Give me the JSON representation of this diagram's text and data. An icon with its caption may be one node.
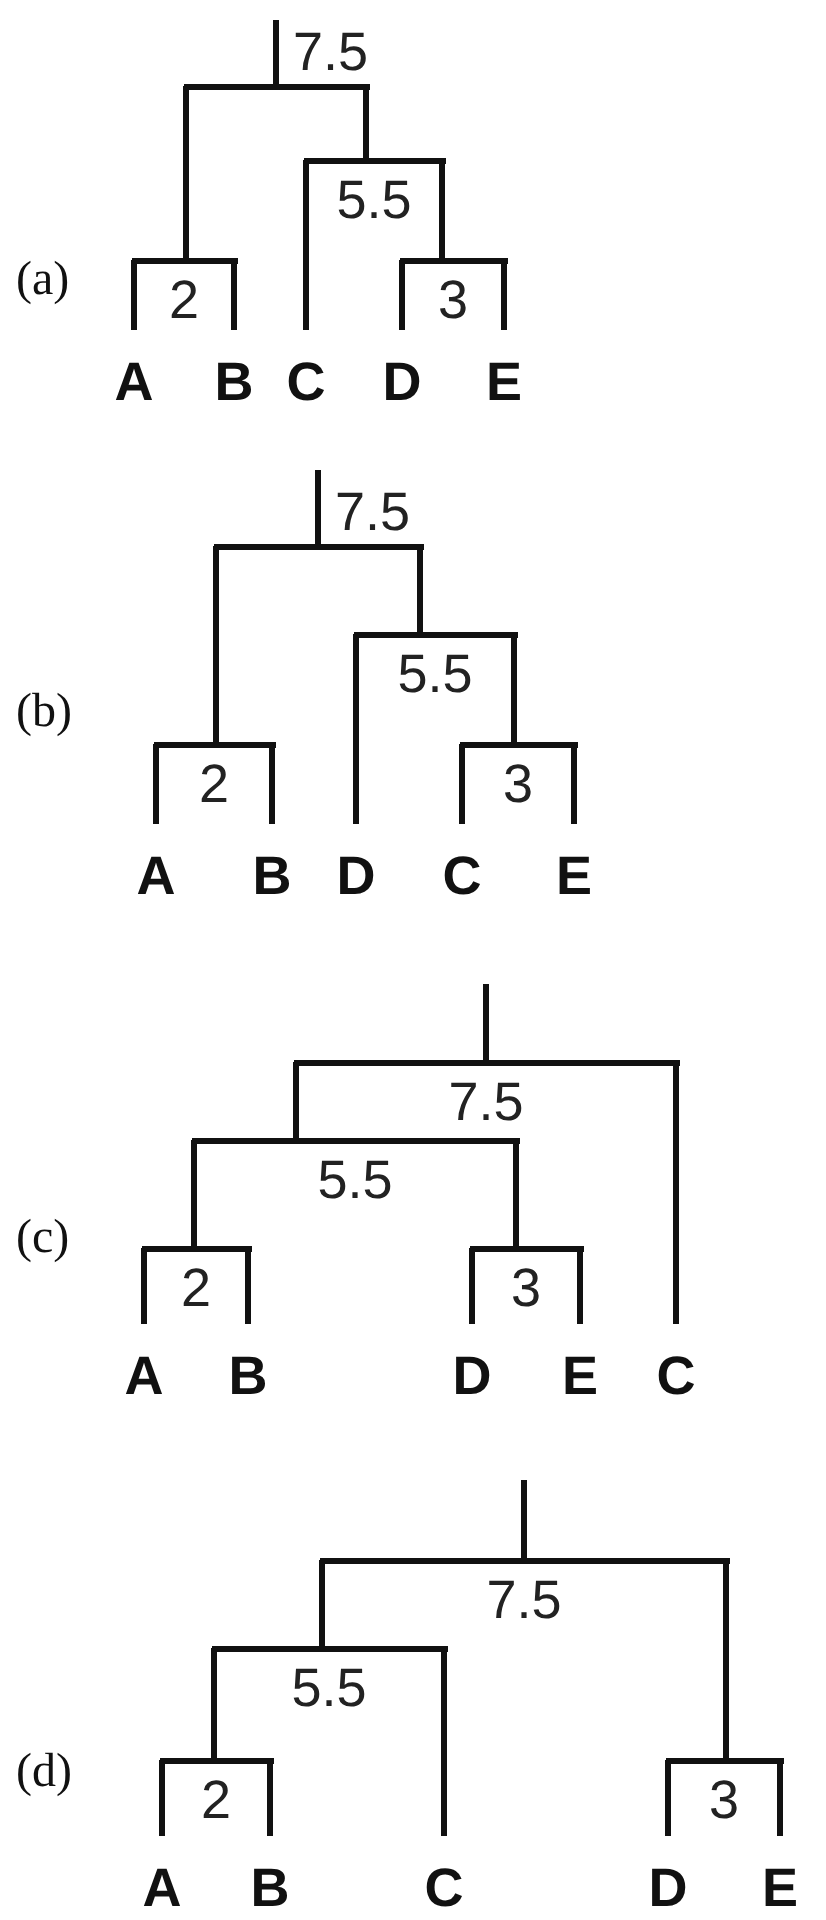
{
  "diagram": {
    "nodes": [
      {
        "text": [
          "7.5"
        ]
      },
      {
        "text": [
          "5.5"
        ]
      },
      {
        "text": [
          "2"
        ]
      },
      {
        "text": [
          "3"
        ]
      },
      {
        "text": [
          "A"
        ]
      },
      {
        "text": [
          "B"
        ]
      },
      {
        "text": [
          "C"
        ]
      },
      {
        "text": [
          "D"
        ]
      },
      {
        "text": [
          "E"
        ]
      },
      {
        "text": [
          "7.5"
        ]
      },
      {
        "text": [
          "5.5"
        ]
      },
      {
        "text": [
          "2"
        ]
      },
      {
        "text": [
          "3"
        ]
      },
      {
        "text": [
          "A"
        ]
      },
      {
        "text": [
          "B"
        ]
      },
      {
        "text": [
          "D"
        ]
      },
      {
        "text": [
          "C"
        ]
      },
      {
        "text": [
          "E"
        ]
      },
      {
        "text": [
          "7.5"
        ]
      },
      {
        "text": [
          "5.5"
        ]
      },
      {
        "text": [
          "2"
        ]
      },
      {
        "text": [
          "3"
        ]
      },
      {
        "text": [
          "A"
        ]
      },
      {
        "text": [
          "B"
        ]
      },
      {
        "text": [
          "D"
        ]
      },
      {
        "text": [
          "E"
        ]
      },
      {
        "text": [
          "C"
        ]
      },
      {
        "text": [
          "7.5"
        ]
      },
      {
        "text": [
          "5.5"
        ]
      },
      {
        "text": [
          "2"
        ]
      },
      {
        "text": [
          "3"
        ]
      },
      {
        "text": [
          "A"
        ]
      },
      {
        "text": [
          "B"
        ]
      },
      {
        "text": [
          "C"
        ]
      },
      {
        "text": [
          "D"
        ]
      },
      {
        "text": [
          "E"
        ]
      }
    ],
    "edges": [
      {
        "from": null,
        "to": 0,
        "arrow": "none"
      },
      {
        "from": 0,
        "to": 2,
        "arrow": "none"
      },
      {
        "from": 0,
        "to": 1,
        "arrow": "none"
      },
      {
        "from": 1,
        "to": 6,
        "arrow": "none"
      },
      {
        "from": 1,
        "to": 3,
        "arrow": "none"
      },
      {
        "from": 2,
        "to": 4,
        "arrow": "none"
      },
      {
        "from": 2,
        "to": 5,
        "arrow": "none"
      },
      {
        "from": 3,
        "to": 7,
        "arrow": "none"
      },
      {
        "from": 3,
        "to": 8,
        "arrow": "none"
      },
      {
        "from": null,
        "to": 9,
        "arrow": "none"
      },
      {
        "from": 9,
        "to": 11,
        "arrow": "none"
      },
      {
        "from": 9,
        "to": 10,
        "arrow": "none"
      },
      {
        "from": 10,
        "to": 15,
        "arrow": "none"
      },
      {
        "from": 10,
        "to": 12,
        "arrow": "none"
      },
      {
        "from": 11,
        "to": 13,
        "arrow": "none"
      },
      {
        "from": 11,
        "to": 14,
        "arrow": "none"
      },
      {
        "from": 12,
        "to": 16,
        "arrow": "none"
      },
      {
        "from": 12,
        "to": 17,
        "arrow": "none"
      },
      {
        "from": null,
        "to": 18,
        "arrow": "none"
      },
      {
        "from": 18,
        "to": 19,
        "arrow": "none"
      },
      {
        "from": 18,
        "to": 26,
        "arrow": "none"
      },
      {
        "from": 19,
        "to": 20,
        "arrow": "none"
      },
      {
        "from": 19,
        "to": 21,
        "arrow": "none"
      },
      {
        "from": 20,
        "to": 22,
        "arrow": "none"
      },
      {
        "from": 20,
        "to": 23,
        "arrow": "none"
      },
      {
        "from": 21,
        "to": 24,
        "arrow": "none"
      },
      {
        "from": 21,
        "to": 25,
        "arrow": "none"
      },
      {
        "from": null,
        "to": 27,
        "arrow": "none"
      },
      {
        "from": 27,
        "to": 28,
        "arrow": "none"
      },
      {
        "from": 27,
        "to": 30,
        "arrow": "none"
      },
      {
        "from": 28,
        "to": 29,
        "arrow": "none"
      },
      {
        "from": 28,
        "to": 33,
        "arrow": "none"
      },
      {
        "from": 29,
        "to": 31,
        "arrow": "none"
      },
      {
        "from": 29,
        "to": 32,
        "arrow": "none"
      },
      {
        "from": 30,
        "to": 34,
        "arrow": "none"
      },
      {
        "from": 30,
        "to": 35,
        "arrow": "none"
      }
    ],
    "labels": [
      "(a)",
      "(b)",
      "(c)",
      "(d)"
    ]
  }
}
